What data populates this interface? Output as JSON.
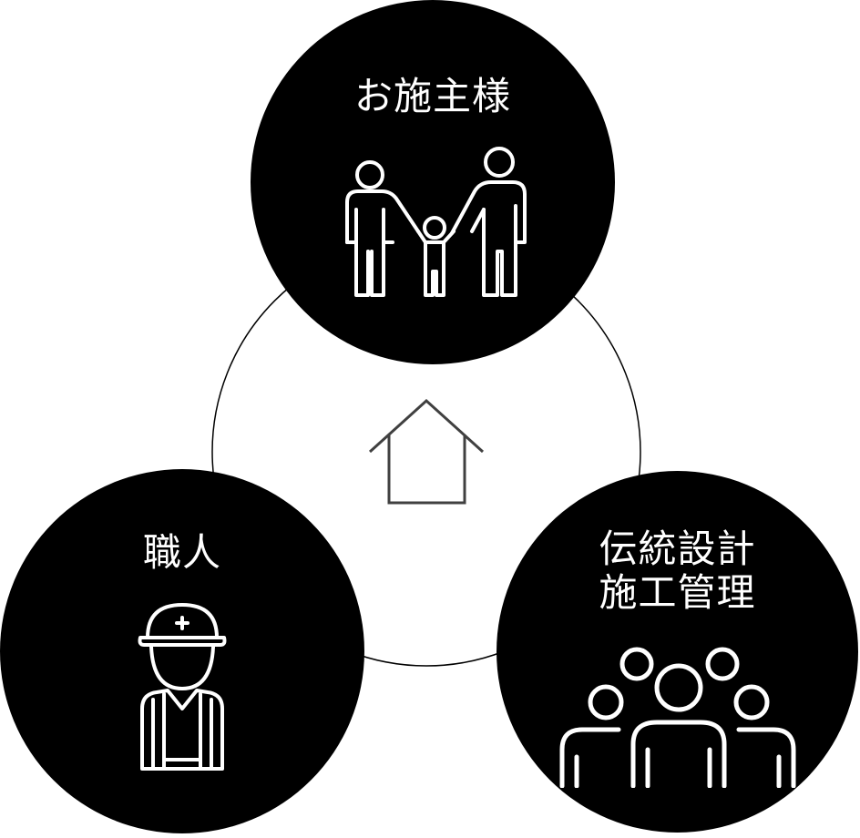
{
  "diagram": {
    "center": {
      "icon": "house-icon"
    },
    "nodes": [
      {
        "id": "client",
        "label_lines": [
          "お施主様"
        ],
        "icon": "family-icon"
      },
      {
        "id": "craftsman",
        "label_lines": [
          "職人"
        ],
        "icon": "construction-worker-icon"
      },
      {
        "id": "design",
        "label_lines": [
          "伝統設計",
          "施工管理"
        ],
        "icon": "team-group-icon"
      }
    ],
    "colors": {
      "node_fill": "#000000",
      "node_text": "#ffffff",
      "ring_stroke": "#000000",
      "house_stroke": "#404040"
    }
  }
}
